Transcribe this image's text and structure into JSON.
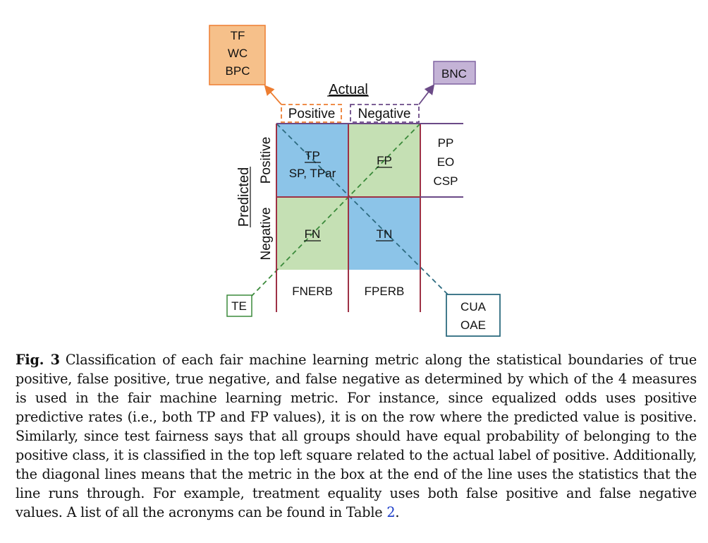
{
  "figure": {
    "actual_label": "Actual",
    "predicted_label": "Predicted",
    "col_positive": "Positive",
    "col_negative": "Negative",
    "row_positive": "Positive",
    "row_negative": "Negative",
    "cells": {
      "tp": "TP",
      "tp_metrics": "SP, TPar",
      "fp": "FP",
      "fn": "FN",
      "tn": "TN"
    },
    "boxes": {
      "orange": [
        "TF",
        "WC",
        "BPC"
      ],
      "purple": "BNC",
      "green": "TE",
      "teal": [
        "CUA",
        "OAE"
      ]
    },
    "row_metrics": [
      "PP",
      "EO",
      "CSP"
    ],
    "column_metrics": {
      "left": "FNERB",
      "right": "FPERB"
    },
    "colors": {
      "cell_blue": "#8cc4e8",
      "cell_green": "#c5e0b4",
      "line_red": "#9e3145",
      "line_purple": "#6b4a87",
      "orange_fill": "#f6c08a",
      "orange_edge": "#ed7d31",
      "purple_fill": "#c4b3d6",
      "purple_edge": "#8064a2",
      "green_edge": "#3b8a3b",
      "teal_edge": "#2d6b80"
    }
  },
  "caption": {
    "label": "Fig. 3",
    "text": "Classification of each fair machine learning metric along the statistical boundaries of true positive, false positive, true negative, and false negative as determined by which of the 4 measures is used in the fair machine learning metric. For instance, since equalized odds uses positive predictive rates (i.e., both TP and FP values), it is on the row where the predicted value is positive. Similarly, since test fairness says that all groups should have equal probability of belonging to the positive class, it is classified in the top left square related to the actual label of positive. Additionally, the diagonal lines means that the metric in the box at the end of the line uses the statistics that the line runs through. For example, treatment equality uses both false positive and false negative values. A list of all the acronyms can be found in Table",
    "table_ref": "2",
    "end": "."
  }
}
